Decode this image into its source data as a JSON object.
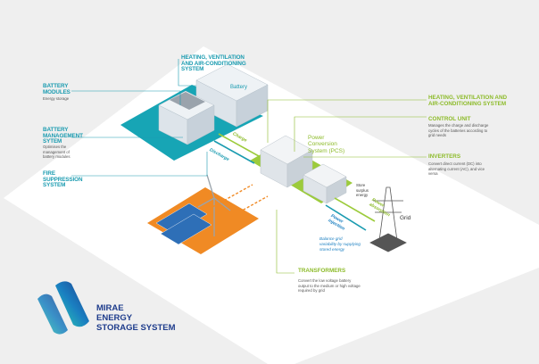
{
  "colors": {
    "teal": "#1a9bb0",
    "green": "#8dbb2a",
    "blue": "#1a7fc1",
    "orange": "#f08a24",
    "navy": "#1e3c8c",
    "background": "#efefef"
  },
  "left_labels": [
    {
      "title": "HEATING, VENTILATION\nAND AIR-CONDITIONING\nSYSTEM"
    },
    {
      "title": "BATTERY\nMODULES",
      "desc": "Energy storage"
    },
    {
      "title": "BATTERY\nMANAGEMENT\nSYTEM",
      "desc": "Optimises the\nmanagement of\nbattery modules"
    },
    {
      "title": "FIRE\nSUPPRESSION\nSYSTEM"
    }
  ],
  "battery_label": "Battery",
  "pcs_label": "Power\nConversion\nSystem (PCS)",
  "right_labels": [
    {
      "title": "HEATING, VENTILATION AND\nAIR-CONDITIONING SYSTEM"
    },
    {
      "title": "CONTROL UNIT",
      "desc": "Manages the charge and discharge\ncycles of the batteries according to\ngrid needs"
    },
    {
      "title": "INVERTERS",
      "desc": "Convert direct current (DC) into\nalternating current (AC), and vice\nversa"
    },
    {
      "title": "TRANSFORMERS",
      "desc": "Convert the low voltage battery\noutput to the medium or high voltage\nrequired by grid"
    }
  ],
  "flows": {
    "charge": "Charge",
    "discharge": "Discharge",
    "power_absorption": "Power\nabsorption",
    "power_injection": "Power\ninjection",
    "store": "Store\nsurplus\nenergy",
    "balance": "Balance grid\nvariability by supplying\nstored energy"
  },
  "grid_label": "Grid",
  "logo": {
    "text": "MIRAE\nENERGY\nSTORAGE SYSTEM"
  }
}
